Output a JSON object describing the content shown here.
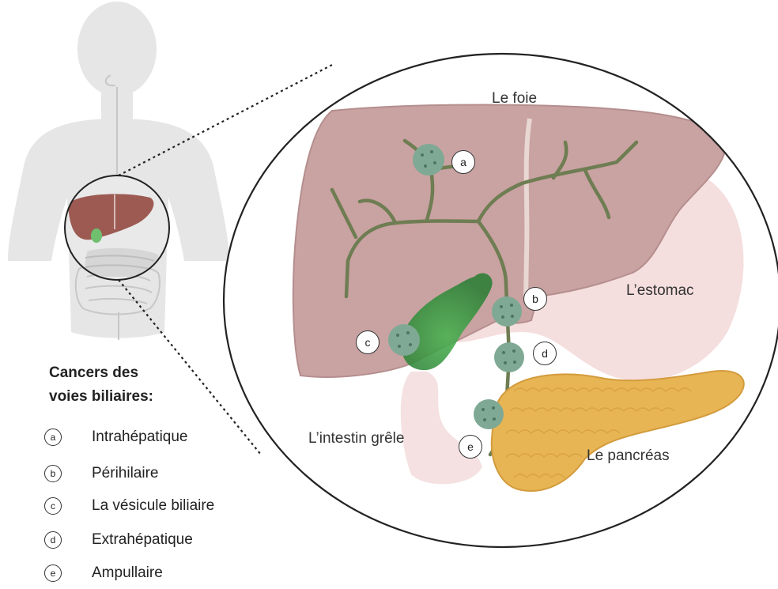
{
  "labels": {
    "liver": "Le foie",
    "stomach": "L’estomac",
    "small_intestine": "L’intestin grêle",
    "pancreas": "Le pancréas"
  },
  "legend": {
    "title_line1": "Cancers des",
    "title_line2": "voies biliaires:",
    "items": [
      {
        "marker": "a",
        "label": "Intrahépatique"
      },
      {
        "marker": "b",
        "label": "Périhilaire"
      },
      {
        "marker": "c",
        "label": "La vésicule biliaire"
      },
      {
        "marker": "d",
        "label": "Extrahépatique"
      },
      {
        "marker": "e",
        "label": "Ampullaire"
      }
    ]
  },
  "markers": {
    "a": "a",
    "b": "b",
    "c": "c",
    "d": "d",
    "e": "e"
  },
  "colors": {
    "liver": "#c9a2a2",
    "bile_duct": "#6e7d52",
    "gallbladder": "#3f9a47",
    "tumor": "#7fa994",
    "pancreas": "#e8b554",
    "stomach": "#f1d3d3",
    "silhouette": "#e6e6e6"
  }
}
